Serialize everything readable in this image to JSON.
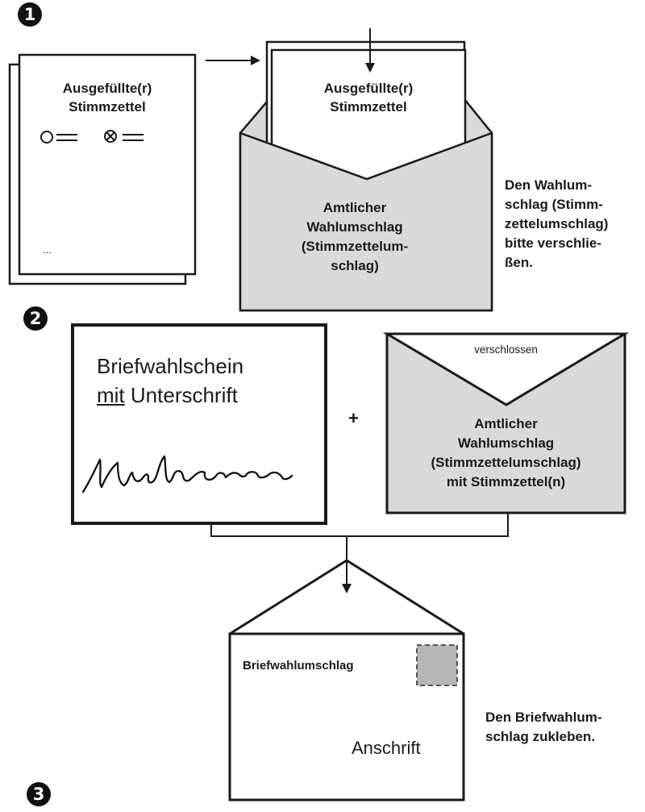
{
  "steps": [
    "1",
    "2",
    "3"
  ],
  "step1": {
    "ballot_title_line1": "Ausgefüllte(r)",
    "ballot_title_line2": "Stimmzettel",
    "ballot_ellipsis": "...",
    "inner_ballot_line1": "Ausgefüllte(r)",
    "inner_ballot_line2": "Stimmzettel",
    "envelope_lines": [
      "Amtlicher",
      "Wahlumschlag",
      "(Stimmzettelum-",
      "schlag)"
    ],
    "instruction_lines": [
      "Den Wahlum-",
      "schlag (Stimm-",
      "zettelumschlag)",
      "bitte verschlie-",
      "ßen."
    ]
  },
  "step2": {
    "card_line1": "Briefwahlschein",
    "card_line2_underlined": "mit",
    "card_line2_rest": " Unterschrift",
    "plus": "+",
    "envelope_flap_label": "verschlossen",
    "envelope_lines": [
      "Amtlicher",
      "Wahlumschlag",
      "(Stimmzettelumschlag)",
      "mit Stimmzettel(n)"
    ]
  },
  "step3": {
    "envelope_label": "Briefwahlumschlag",
    "address_label": "Anschrift",
    "instruction_lines": [
      "Den Briefwahlum-",
      "schlag zukleben."
    ]
  },
  "colors": {
    "envelope_fill": "#d9d9d9",
    "stamp_fill": "#b3b7b5",
    "line": "#1a1a1a"
  }
}
